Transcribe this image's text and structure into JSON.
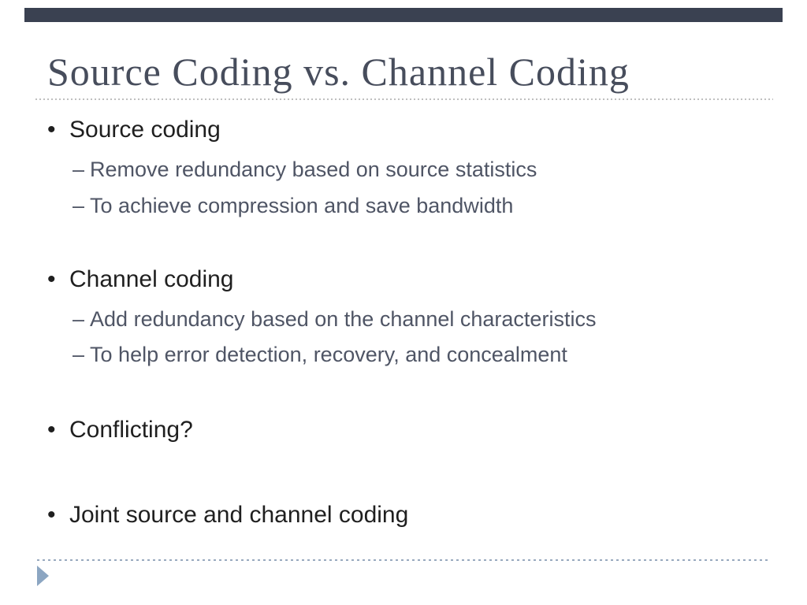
{
  "slide": {
    "title": "Source Coding vs. Channel Coding",
    "bullet_char": "•",
    "sub_bullet_char": "–",
    "content": [
      {
        "label": "Source coding",
        "subitems": [
          "Remove redundancy based on source statistics",
          "To achieve compression and save bandwidth"
        ]
      },
      {
        "label": "Channel coding",
        "subitems": [
          "Add redundancy based on the channel characteristics",
          "To help error detection, recovery, and concealment"
        ]
      },
      {
        "label": "Conflicting?",
        "subitems": []
      },
      {
        "label": "Joint source and channel coding",
        "subitems": []
      }
    ],
    "icons": {
      "footer_arrow": "right-pointing-triangle"
    },
    "colors": {
      "background": "#FFFFFF",
      "top_bar": "#3A4151",
      "title_text": "#474D5C",
      "body_text": "#1F1F1F",
      "sub_text": "#4F5565",
      "title_divider_dots": "#BFBFBF",
      "footer_divider_dots": "#98A9BE",
      "footer_arrow": "#8CA6C2"
    }
  }
}
